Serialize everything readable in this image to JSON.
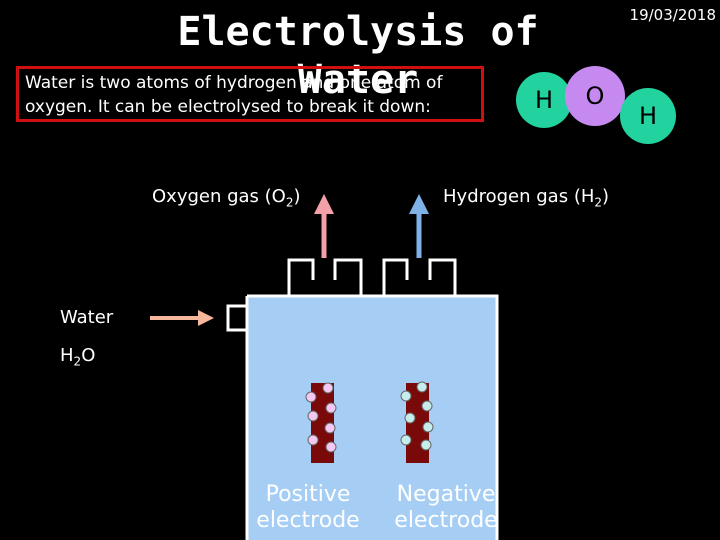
{
  "header": {
    "title": "Electrolysis of Water",
    "date": "19/03/2018"
  },
  "intro": {
    "line1": "Water is two atoms of hydrogen and one atom of",
    "line2": "oxygen.  It can be electrolysed to break it down:"
  },
  "molecule": {
    "h_left": "H",
    "o": "O",
    "h_right": "H",
    "colors": {
      "hydrogen": "#22d3a0",
      "oxygen": "#c689f0"
    }
  },
  "labels": {
    "oxygen_gas": "Oxygen gas (O",
    "oxygen_sub": "2",
    "hydrogen_gas": "Hydrogen gas (H",
    "hydrogen_sub": "2",
    "close_paren": ")",
    "water": "Water",
    "formula_h": "H",
    "formula_sub": "2",
    "formula_o": "O",
    "positive_line1": "Positive",
    "positive_line2": "electrode",
    "negative_line1": "Negative",
    "negative_line2": "electrode"
  },
  "colors": {
    "water": "#a6cef5",
    "electrode": "#7a0a0a",
    "oxygen_arrow": "#f4a0a8",
    "hydrogen_arrow": "#7fb2e6",
    "water_arrow": "#f6b79a",
    "oxygen_bubble": "#f3c8f3",
    "hydrogen_bubble": "#c6ecec"
  }
}
